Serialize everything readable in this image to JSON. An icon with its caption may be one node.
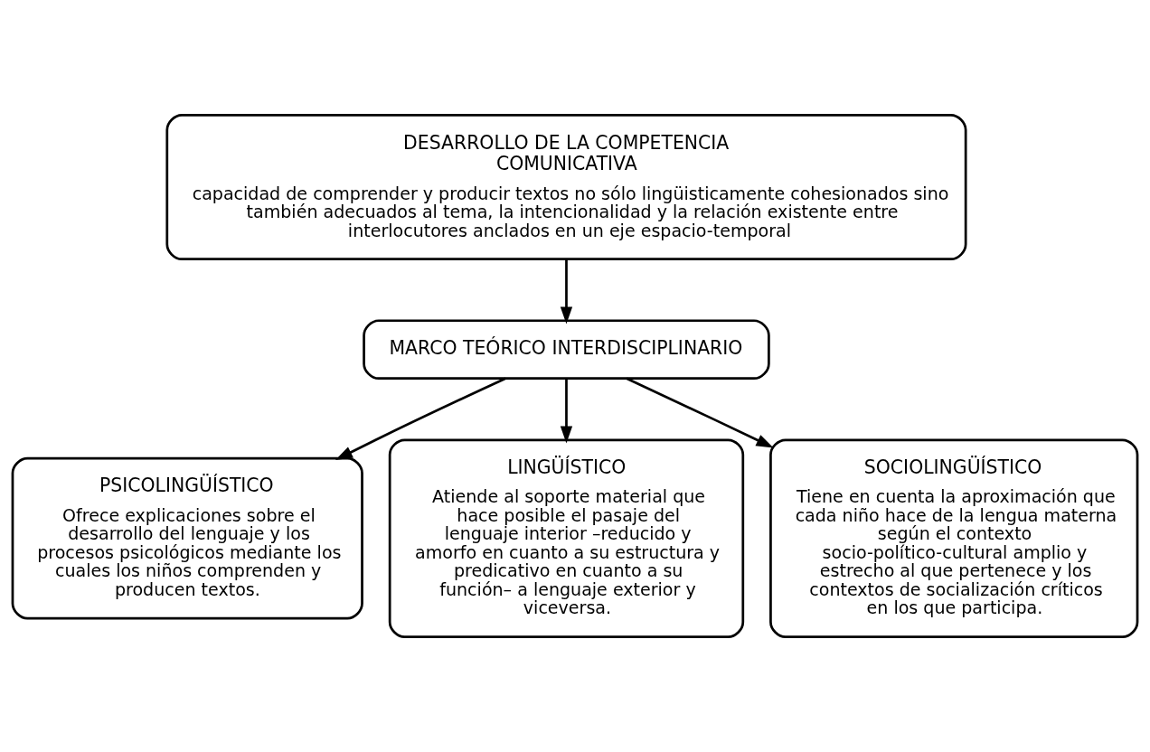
{
  "diagram": {
    "nodes": [
      {
        "text": [
          "DESARROLLO DE LA COMPETENCIA COMUNICATIVA",
          "capacidad de comprender y producir textos no sólo lingüisticamente cohesionados sino también adecuados al tema, la intencionalidad y la relación existente entre interlocutores anclados en un eje espacio-temporal"
        ]
      },
      {
        "text": [
          "MARCO TEÓRICO INTERDISCIPLINARIO"
        ]
      },
      {
        "text": [
          "PSICOLINGÜÍSTICO",
          "Ofrece explicaciones sobre el desarrollo del lenguaje y los procesos psicológicos mediante los cuales los niños comprenden y producen textos."
        ]
      },
      {
        "text": [
          "LINGÜÍSTICO",
          "Atiende al soporte material que hace posible el pasaje del lenguaje interior –reducido y amorfo en cuanto a su estructura y predicativo en cuanto a su función– a lenguaje exterior y viceversa."
        ]
      },
      {
        "text": [
          "SOCIOLINGÜÍSTICO",
          "Tiene en cuenta la aproximación que cada niño hace de la lengua materna según el contexto socio-político-cultural amplio y estrecho al que pertenece y los contextos de socialización críticos en los que participa."
        ]
      }
    ],
    "edges": [
      {
        "from": 0,
        "to": 1,
        "arrow": "to"
      },
      {
        "from": 1,
        "to": 2,
        "arrow": "to"
      },
      {
        "from": 1,
        "to": 3,
        "arrow": "to"
      },
      {
        "from": 1,
        "to": 4,
        "arrow": "to"
      }
    ]
  }
}
